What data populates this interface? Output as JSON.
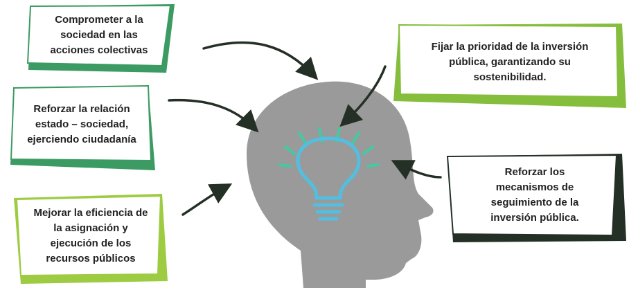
{
  "boxes": {
    "top_left": "Comprometer a la sociedad en las acciones colectivas",
    "mid_left": "Reforzar la relación estado – sociedad, ejerciendo ciudadanía",
    "bottom_left": "Mejorar la eficiencia de la asignación y ejecución de los recursos públicos",
    "top_right": "Fijar la prioridad de la inversión pública, garantizando su sostenibilidad.",
    "bottom_right": "Reforzar los mecanismos de seguimiento de la inversión pública."
  },
  "colors": {
    "dark_green": "#3b9b63",
    "light_green": "#85be3c",
    "lime_green": "#9dcb42",
    "charcoal": "#243026",
    "arrow": "#243026",
    "head": "#9a9a9a",
    "bulb": "#53bfe0",
    "rays": "#44c9a4"
  },
  "icons": [
    "head-silhouette-icon",
    "lightbulb-icon"
  ]
}
